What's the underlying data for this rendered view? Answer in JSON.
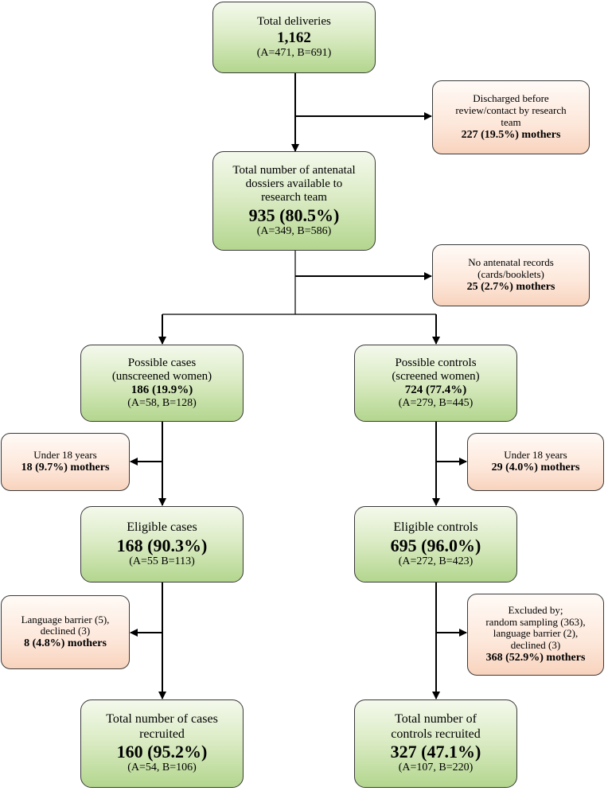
{
  "total_deliveries": {
    "title": "Total deliveries",
    "count": "1,162",
    "split": "(A=471, B=691)"
  },
  "discharged": {
    "line1": "Discharged before",
    "line2": "review/contact by research",
    "line3": "team",
    "count": "227 (19.5%) mothers"
  },
  "antenatal_dossiers": {
    "line1": "Total number of antenatal",
    "line2": "dossiers available to",
    "line3": "research team",
    "count": "935 (80.5%)",
    "split": "(A=349, B=586)"
  },
  "no_records": {
    "line1": "No antenatal records",
    "line2": "(cards/booklets)",
    "count": "25 (2.7%) mothers"
  },
  "possible_cases": {
    "line1": "Possible cases",
    "line2": "(unscreened women)",
    "count": "186 (19.9%)",
    "split": "(A=58, B=128)"
  },
  "possible_controls": {
    "line1": "Possible controls",
    "line2": "(screened women)",
    "count": "724 (77.4%)",
    "split": "(A=279, B=445)"
  },
  "under18_cases": {
    "line1": "Under 18 years",
    "count": "18 (9.7%) mothers"
  },
  "under18_controls": {
    "line1": "Under 18 years",
    "count": "29 (4.0%) mothers"
  },
  "eligible_cases": {
    "title": "Eligible cases",
    "count": "168 (90.3%)",
    "split": "(A=55 B=113)"
  },
  "eligible_controls": {
    "title": "Eligible controls",
    "count": "695 (96.0%)",
    "split": "(A=272, B=423)"
  },
  "excluded_cases": {
    "line1": "Language barrier (5),",
    "line2": "declined (3)",
    "count": "8 (4.8%) mothers"
  },
  "excluded_controls": {
    "line1": "Excluded by;",
    "line2": "random sampling (363),",
    "line3": "language barrier (2),",
    "line4": "declined (3)",
    "count": "368 (52.9%) mothers"
  },
  "recruited_cases": {
    "line1": "Total number of cases",
    "line2": "recruited",
    "count": "160 (95.2%)",
    "split": "(A=54, B=106)"
  },
  "recruited_controls": {
    "line1": "Total number of",
    "line2": "controls recruited",
    "count": "327 (47.1%)",
    "split": "(A=107, B=220)"
  }
}
